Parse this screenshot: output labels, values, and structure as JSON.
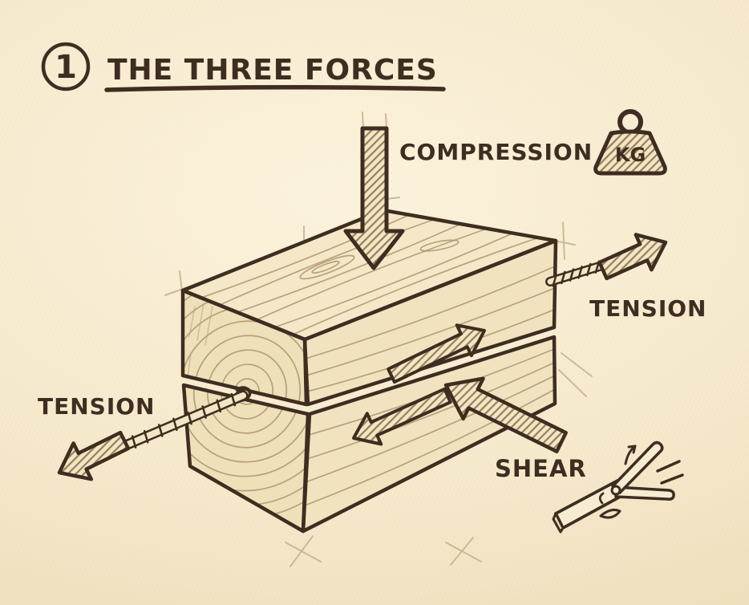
{
  "palette": {
    "paper": "#f4e7c9",
    "ink": "#3e2d20",
    "wood_fill": "#f1e3bf",
    "wood_grain": "#a68f66",
    "arrow_hatch": "#967f5b"
  },
  "title": {
    "number": "1",
    "text": "THE THREE FORCES"
  },
  "labels": {
    "compression": "COMPRESSION",
    "tension_right": "TENSION",
    "tension_left": "TENSION",
    "shear": "SHEAR",
    "weight_unit": "KG"
  }
}
